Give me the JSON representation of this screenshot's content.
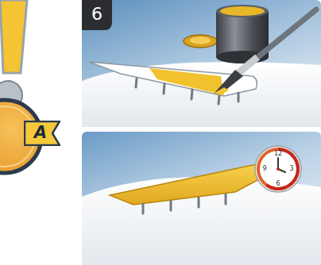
{
  "diagram": {
    "nodes": [
      {
        "text": [
          "A"
        ]
      },
      {
        "text": [
          "6"
        ]
      },
      {
        "text": [
          "12",
          "3",
          "6",
          "9"
        ]
      }
    ]
  }
}
